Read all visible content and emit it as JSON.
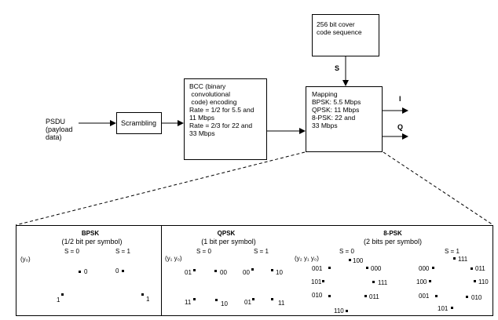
{
  "top": {
    "psdu": "PSDU\n(payload\ndata)",
    "scrambling": "Scrambling",
    "bcc": "BCC (binary\n convolutional\n code) encoding\nRate = 1/2 for 5.5 and\n11 Mbps\nRate = 2/3 for 22 and\n33 Mbps",
    "mapping": "Mapping\nBPSK: 5.5 Mbps\nQPSK: 11 Mbps\n8-PSK: 22 and\n33 Mbps",
    "cover": "256 bit cover\ncode sequence",
    "s_label": "S",
    "i_label": "I",
    "q_label": "Q"
  },
  "bpsk": {
    "title": "BPSK",
    "subtitle": "(1/2 bit per symbol)",
    "bits": "(y₀)",
    "s0": "S = 0",
    "s1": "S = 1",
    "c_s0_a": "0",
    "c_s0_b": "1",
    "c_s1_a": "0",
    "c_s1_b": "1"
  },
  "qpsk": {
    "title": "QPSK",
    "subtitle": "(1 bit per symbol)",
    "bits": "(y₁ y₀)",
    "s0": "S = 0",
    "s1": "S = 1",
    "s0_tl": "01",
    "s0_tr": "00",
    "s0_bl": "11",
    "s0_br": "10",
    "s1_tl": "00",
    "s1_tr": "10",
    "s1_bl": "01",
    "s1_br": "11"
  },
  "psk8": {
    "title": "8-PSK",
    "subtitle": "(2 bits per symbol)",
    "bits": "(y₂ y₁ y₀)",
    "s0": "S = 0",
    "s1": "S = 1",
    "s0_top": "100",
    "s0_tl": "001",
    "s0_tr": "000",
    "s0_l": "101",
    "s0_r": "111",
    "s0_bl": "010",
    "s0_br": "011",
    "s0_bot": "110",
    "s1_top": "111",
    "s1_tl": "000",
    "s1_tr": "011",
    "s1_l": "100",
    "s1_r": "110",
    "s1_bl": "001",
    "s1_br": "010",
    "s1_bot": "101"
  }
}
